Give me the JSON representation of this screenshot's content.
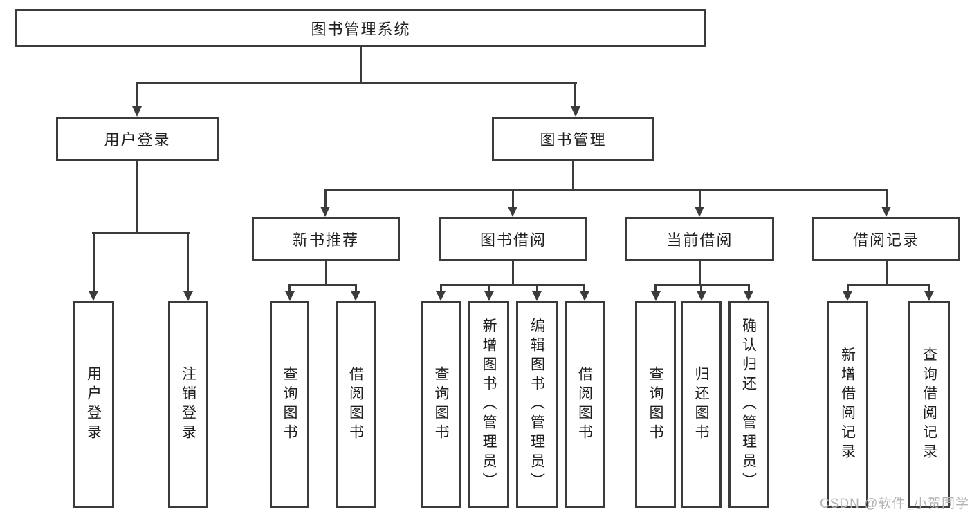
{
  "tree": {
    "root": {
      "label": "图书管理系统"
    },
    "level2": [
      {
        "id": "user-login",
        "label": "用户登录",
        "children": [
          {
            "label": "用户登录"
          },
          {
            "label": "注销登录"
          }
        ]
      },
      {
        "id": "book-management",
        "label": "图书管理"
      }
    ],
    "level3": [
      {
        "id": "new-book-recommend",
        "label": "新书推荐",
        "children": [
          {
            "label": "查询图书"
          },
          {
            "label": "借阅图书"
          }
        ]
      },
      {
        "id": "book-borrowing",
        "label": "图书借阅",
        "children": [
          {
            "label": "查询图书"
          },
          {
            "label": "新增图书（管理员）"
          },
          {
            "label": "编辑图书（管理员）"
          },
          {
            "label": "借阅图书"
          }
        ]
      },
      {
        "id": "current-borrowing",
        "label": "当前借阅",
        "children": [
          {
            "label": "查询图书"
          },
          {
            "label": "归还图书"
          },
          {
            "label": "确认归还（管理员）"
          }
        ]
      },
      {
        "id": "borrow-records",
        "label": "借阅记录",
        "children": [
          {
            "label": "新增借阅记录"
          },
          {
            "label": "查询借阅记录"
          }
        ]
      }
    ]
  },
  "watermark": {
    "text": "CSDN @软件_小贺同学"
  },
  "colors": {
    "line": "#3b3b3b",
    "text": "#1f1f1f",
    "background": "#ffffff",
    "watermark": "#b3b3b3"
  }
}
